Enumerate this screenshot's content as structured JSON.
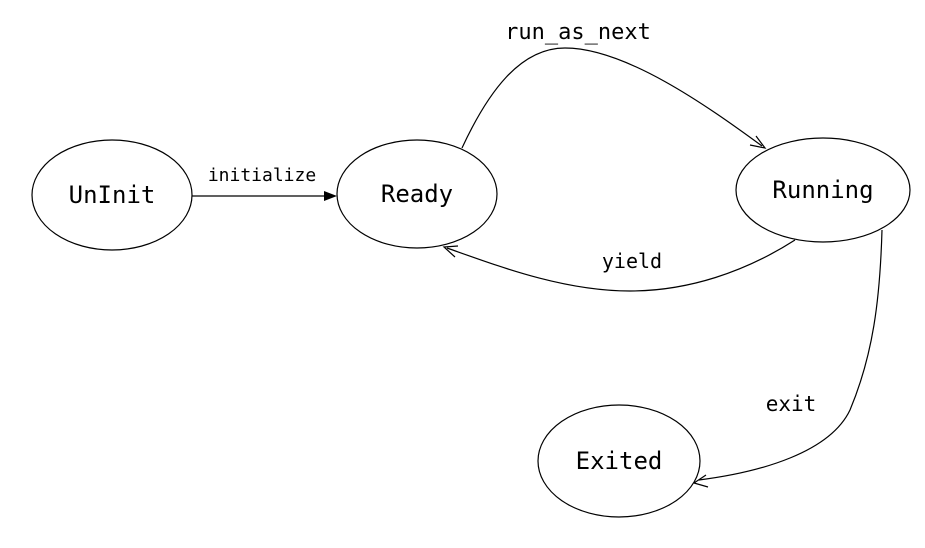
{
  "diagram": {
    "type": "state-machine",
    "background_color": "#ffffff",
    "stroke_color": "#000000",
    "text_color": "#000000",
    "nodes": [
      {
        "id": "uninit",
        "label": "UnInit"
      },
      {
        "id": "ready",
        "label": "Ready"
      },
      {
        "id": "running",
        "label": "Running"
      },
      {
        "id": "exited",
        "label": "Exited"
      }
    ],
    "edges": [
      {
        "id": "initialize",
        "label": "initialize",
        "from": "UnInit",
        "to": "Ready"
      },
      {
        "id": "run_as_next",
        "label": "run_as_next",
        "from": "Ready",
        "to": "Running"
      },
      {
        "id": "yield",
        "label": "yield",
        "from": "Running",
        "to": "Ready"
      },
      {
        "id": "exit",
        "label": "exit",
        "from": "Running",
        "to": "Exited"
      }
    ]
  }
}
